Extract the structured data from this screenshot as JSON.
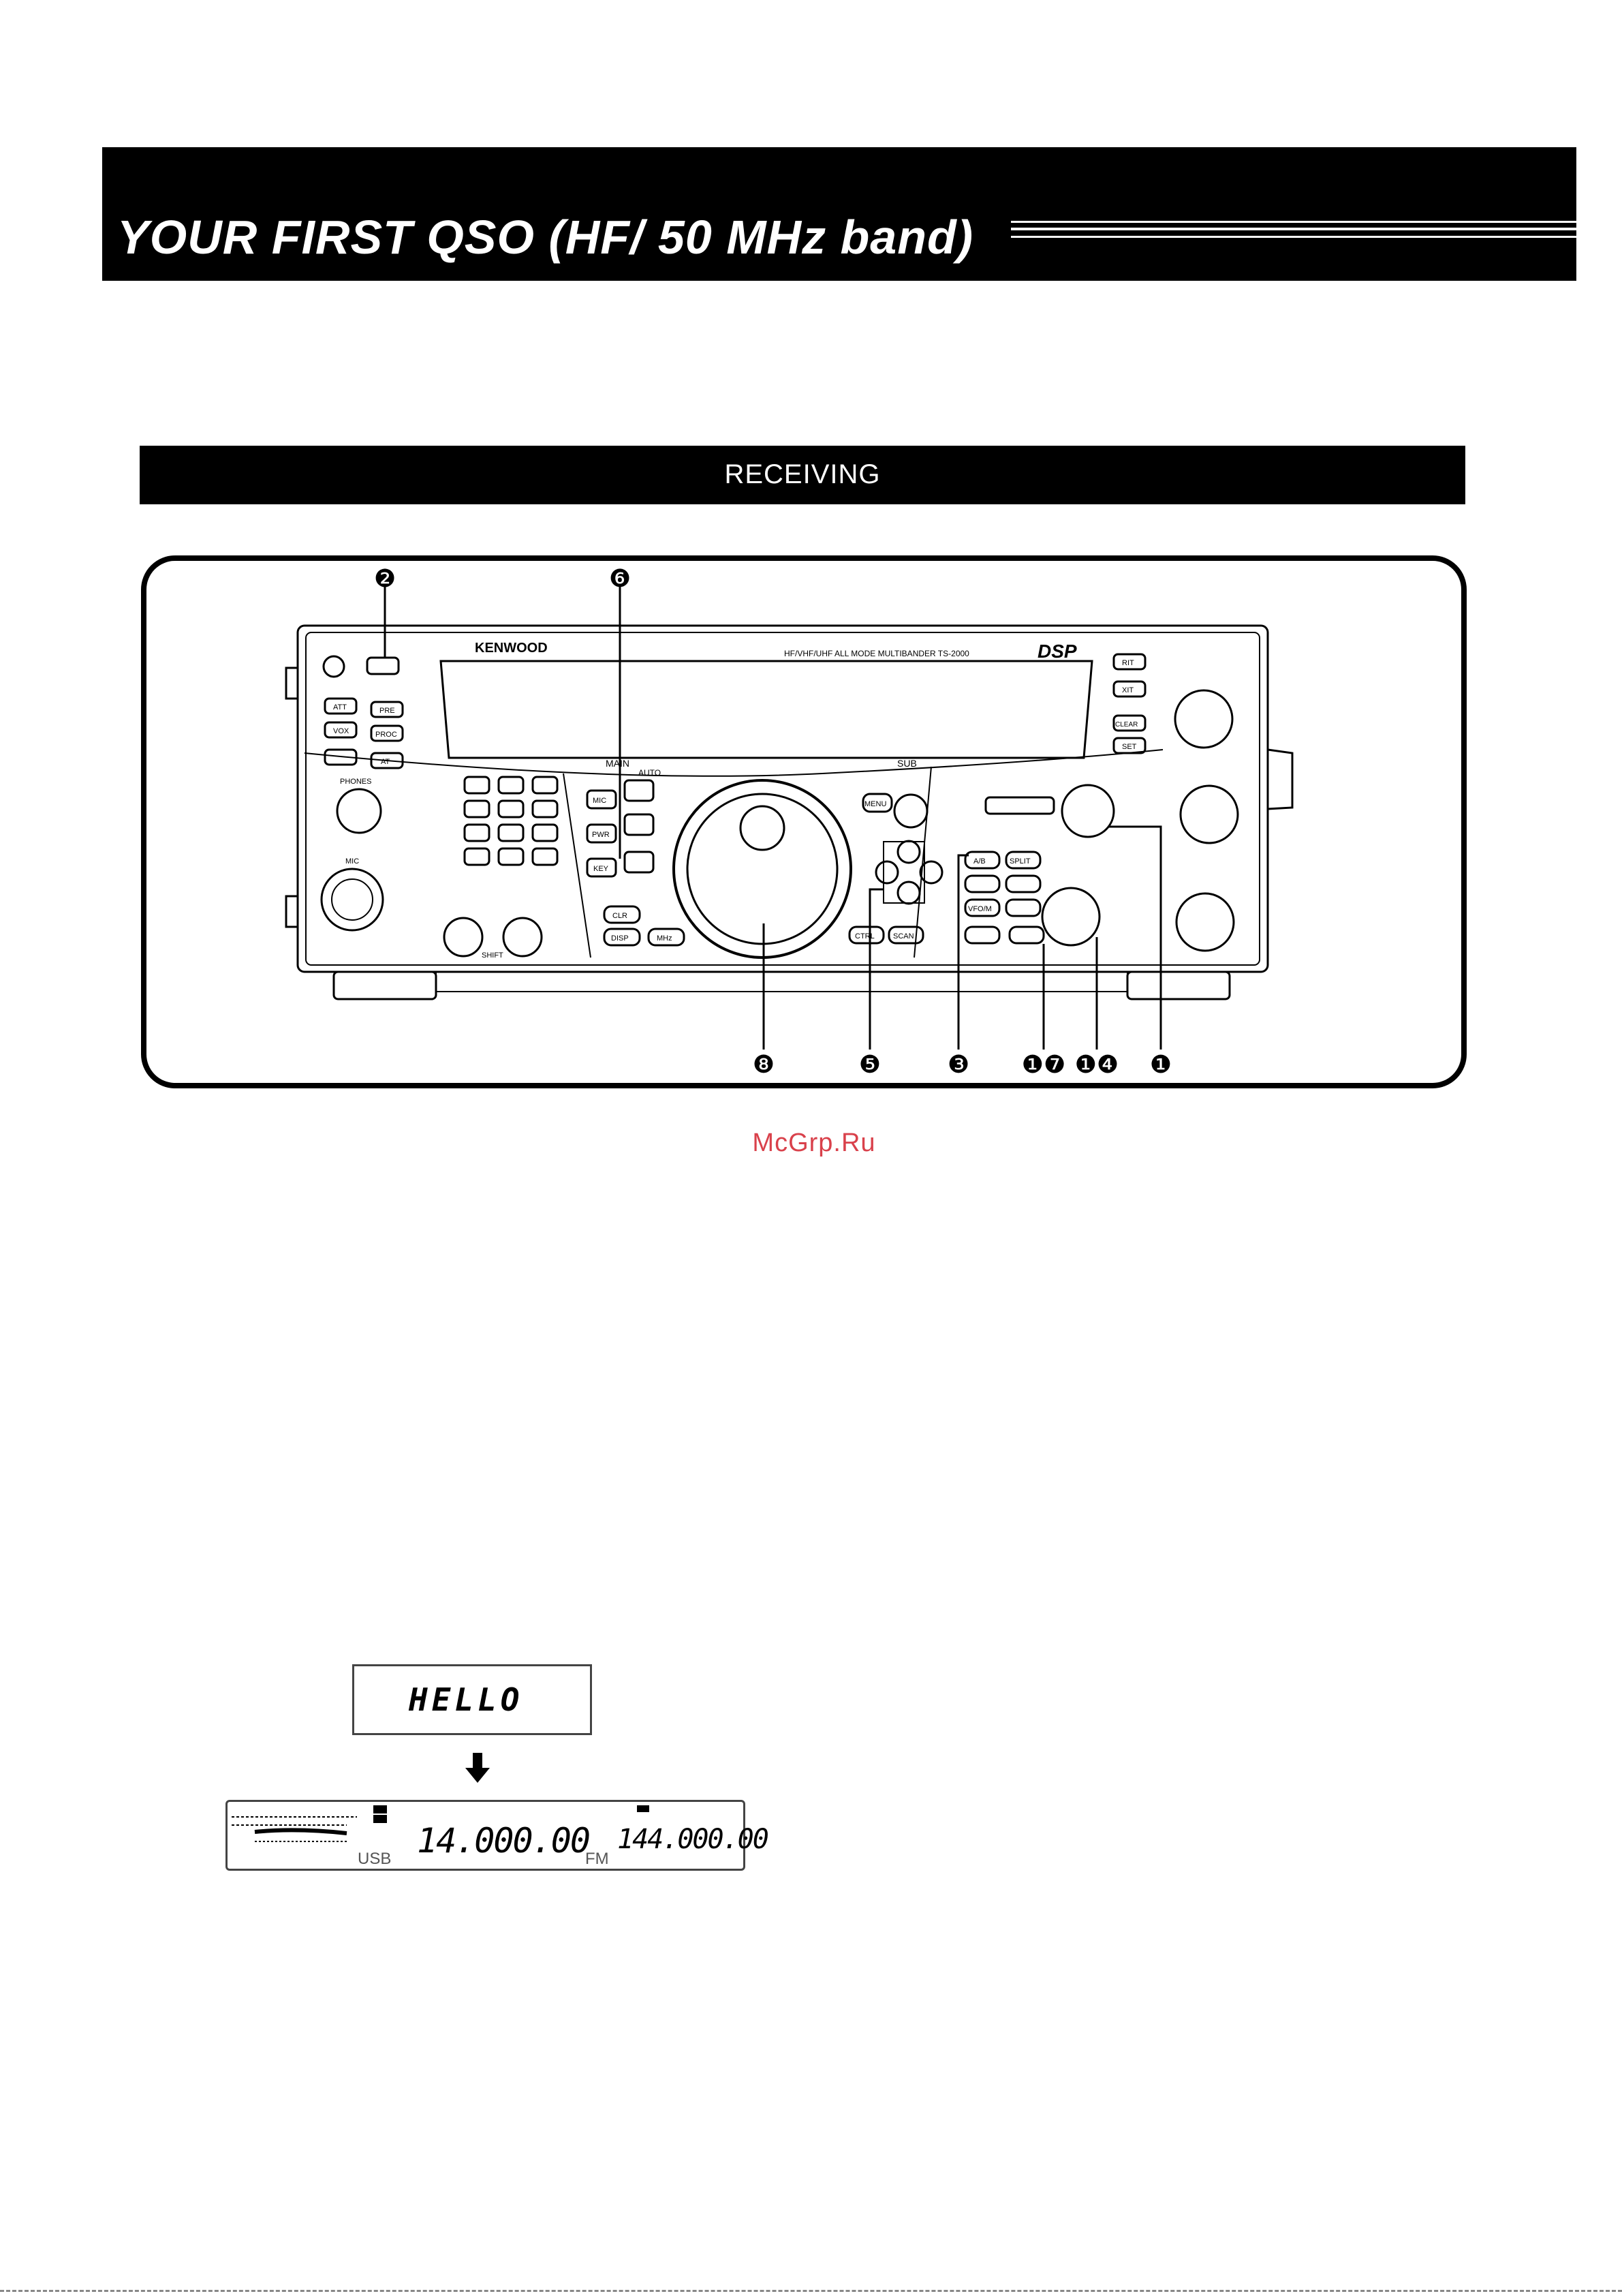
{
  "header": {
    "title": "YOUR FIRST QSO (HF/ 50 MHz band)"
  },
  "section": {
    "title": "RECEIVING"
  },
  "figure": {
    "brand": "KENWOOD",
    "model_line": "HF/VHF/UHF ALL MODE MULTIBANDER TS-2000",
    "logo": "DSP",
    "callouts_top": [
      "❷",
      "❻"
    ],
    "callouts_bottom": [
      "❽",
      "❺",
      "❸",
      "❶❼",
      "❶❹",
      "❶"
    ],
    "panel_labels": {
      "main": "MAIN",
      "sub": "SUB",
      "menu": "MENU",
      "auto": "AUTO",
      "mic": "MIC",
      "pwr": "PWR",
      "key": "KEY",
      "clr": "CLR",
      "disp": "DISP",
      "mhz": "MHz",
      "scan": "SCAN",
      "ctrl": "CTRL",
      "ab": "A/B",
      "split": "SPLIT",
      "vfom": "VFO/M",
      "rit": "RIT",
      "xit": "XIT",
      "clear": "CLEAR",
      "set": "SET",
      "att": "ATT",
      "pre": "PRE",
      "vox": "VOX",
      "proc": "PROC",
      "at": "AT",
      "phones": "PHONES",
      "mic_jack": "MIC",
      "shift": "SHIFT"
    }
  },
  "watermark": "McGrp.Ru",
  "lcd_hello": {
    "text": "HELLO"
  },
  "lcd_display": {
    "main_freq": "14.000.00",
    "sub_freq": "144.000.00",
    "main_mode": "USB",
    "sub_mode": "FM"
  }
}
